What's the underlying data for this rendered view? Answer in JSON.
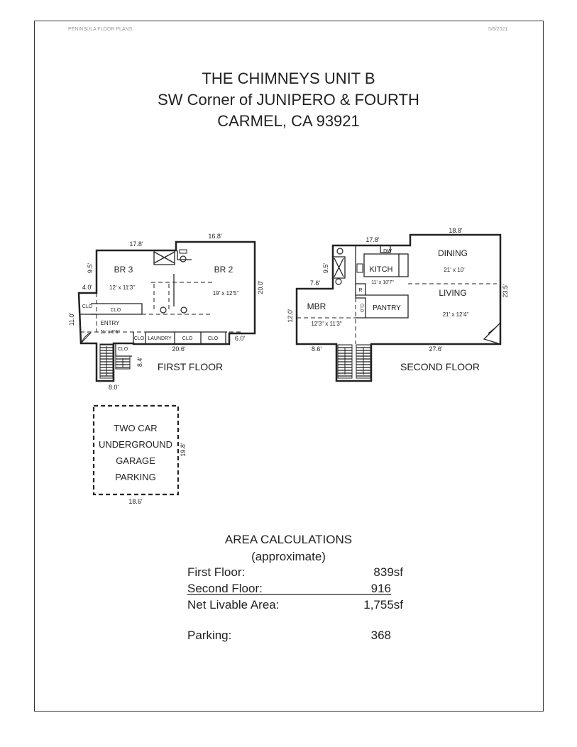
{
  "header": {
    "company": "PENINSULA FLOOR PLANS",
    "date": "5/6/2021"
  },
  "title": {
    "line1": "THE CHIMNEYS UNIT B",
    "line2": "SW Corner of JUNIPERO & FOURTH",
    "line3": "CARMEL, CA 93921"
  },
  "first_floor": {
    "label": "FIRST FLOOR",
    "dims": {
      "top_left": "17.8'",
      "top_right": "16.8'",
      "left_upper": "9.5'",
      "step": "4.0'",
      "left_lower": "11.0'",
      "right": "20.0'",
      "bottom": "20.6'",
      "bottom_right": "6.0'",
      "stair_height": "8.4'",
      "stair_width": "8.0'"
    },
    "rooms": {
      "br3": "BR 3",
      "br3_size": "12' x 11'3\"",
      "br2": "BR 2",
      "br2_size": "19' x 12'5\"",
      "clo_left": "CLO",
      "clo_mid": "CLO",
      "entry": "ENTRY",
      "entry_size": "11' x 5'6\"",
      "clo_small": "CLO",
      "laundry": "LAUNDRY",
      "clo_b1": "CLO",
      "clo_b2": "CLO",
      "clo_stair": "CLO"
    }
  },
  "second_floor": {
    "label": "SECOND FLOOR",
    "dims": {
      "top_left": "17.8'",
      "top_right": "18.8'",
      "left_upper": "9.5'",
      "step": "7.6'",
      "left_lower": "12.0'",
      "right": "23.5'",
      "bottom_left": "8.6'",
      "bottom_right": "27.6'"
    },
    "rooms": {
      "dw": "DW",
      "kitch": "KITCH",
      "kitch_size": "11' x 10'7\"",
      "r": "R",
      "clo": "CLO",
      "pantry": "PANTRY",
      "mbr": "MBR",
      "mbr_size": "12'3\" x 11'3\"",
      "dining": "DINING",
      "dining_size": "21' x 10'",
      "living": "LIVING",
      "living_size": "21' x 12'4\""
    }
  },
  "garage": {
    "line1": "TWO CAR",
    "line2": "UNDERGROUND",
    "line3": "GARAGE",
    "line4": "PARKING",
    "width": "18.6'",
    "depth": "19.8'"
  },
  "area": {
    "heading": "AREA CALCULATIONS",
    "subheading": "(approximate)",
    "rows": [
      {
        "label": "First Floor:",
        "value": "839sf"
      },
      {
        "label": "Second Floor:",
        "value": "916"
      },
      {
        "label": "Net Livable Area:",
        "value": "1,755sf"
      },
      {
        "label": "Parking:",
        "value": "368"
      }
    ]
  }
}
